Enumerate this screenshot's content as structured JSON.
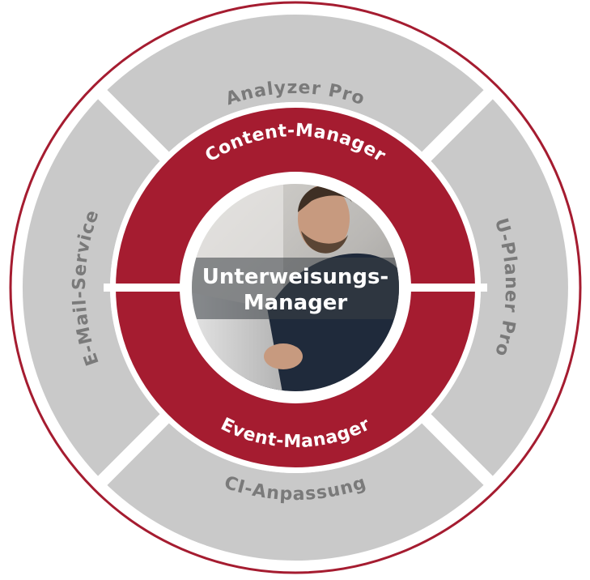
{
  "colors": {
    "brand_red": "#a51c30",
    "segment_gray": "#c9c9c9",
    "gray_text": "#7a7a7a",
    "background": "#ffffff"
  },
  "outer_ring": {
    "top": "Analyzer Pro",
    "right": "U-Planer Pro",
    "bottom": "CI-Anpassung",
    "left": "E-Mail-Service"
  },
  "inner_ring": {
    "top": "Content-Manager",
    "bottom": "Event-Manager"
  },
  "center": {
    "line1": "Unterweisungs-",
    "line2": "Manager",
    "photo": "man-working-on-laptop"
  }
}
